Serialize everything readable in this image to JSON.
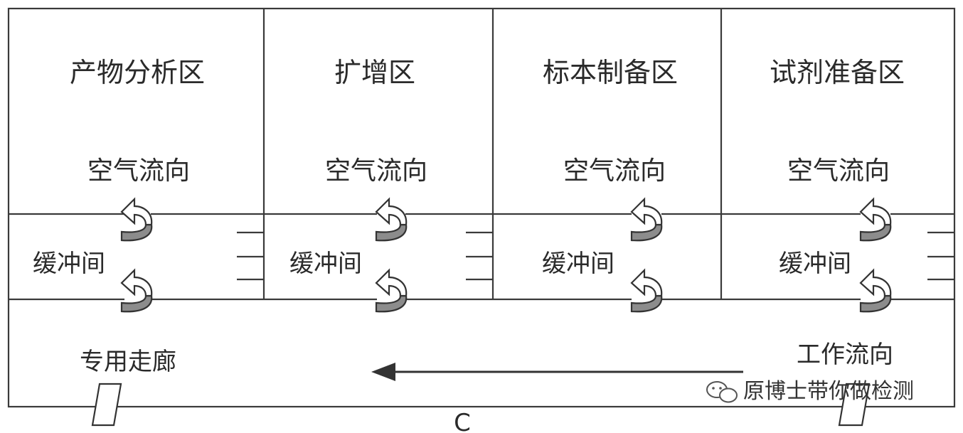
{
  "rooms": [
    {
      "name": "产物分析区",
      "air": "空气流向",
      "buffer": "缓冲间"
    },
    {
      "name": "扩增区",
      "air": "空气流向",
      "buffer": "缓冲间"
    },
    {
      "name": "标本制备区",
      "air": "空气流向",
      "buffer": "缓冲间"
    },
    {
      "name": "试剂准备区",
      "air": "空气流向",
      "buffer": "缓冲间"
    }
  ],
  "corridor": {
    "label": "专用走廊",
    "work_flow_label": "工作流向"
  },
  "caption": "C",
  "watermark": {
    "text": "原博士带你做检测",
    "icon": "wechat-icon"
  },
  "colors": {
    "line": "#3a3a3a",
    "arrow_fill_dark": "#8c8c8c",
    "text": "#2a2a2a"
  }
}
